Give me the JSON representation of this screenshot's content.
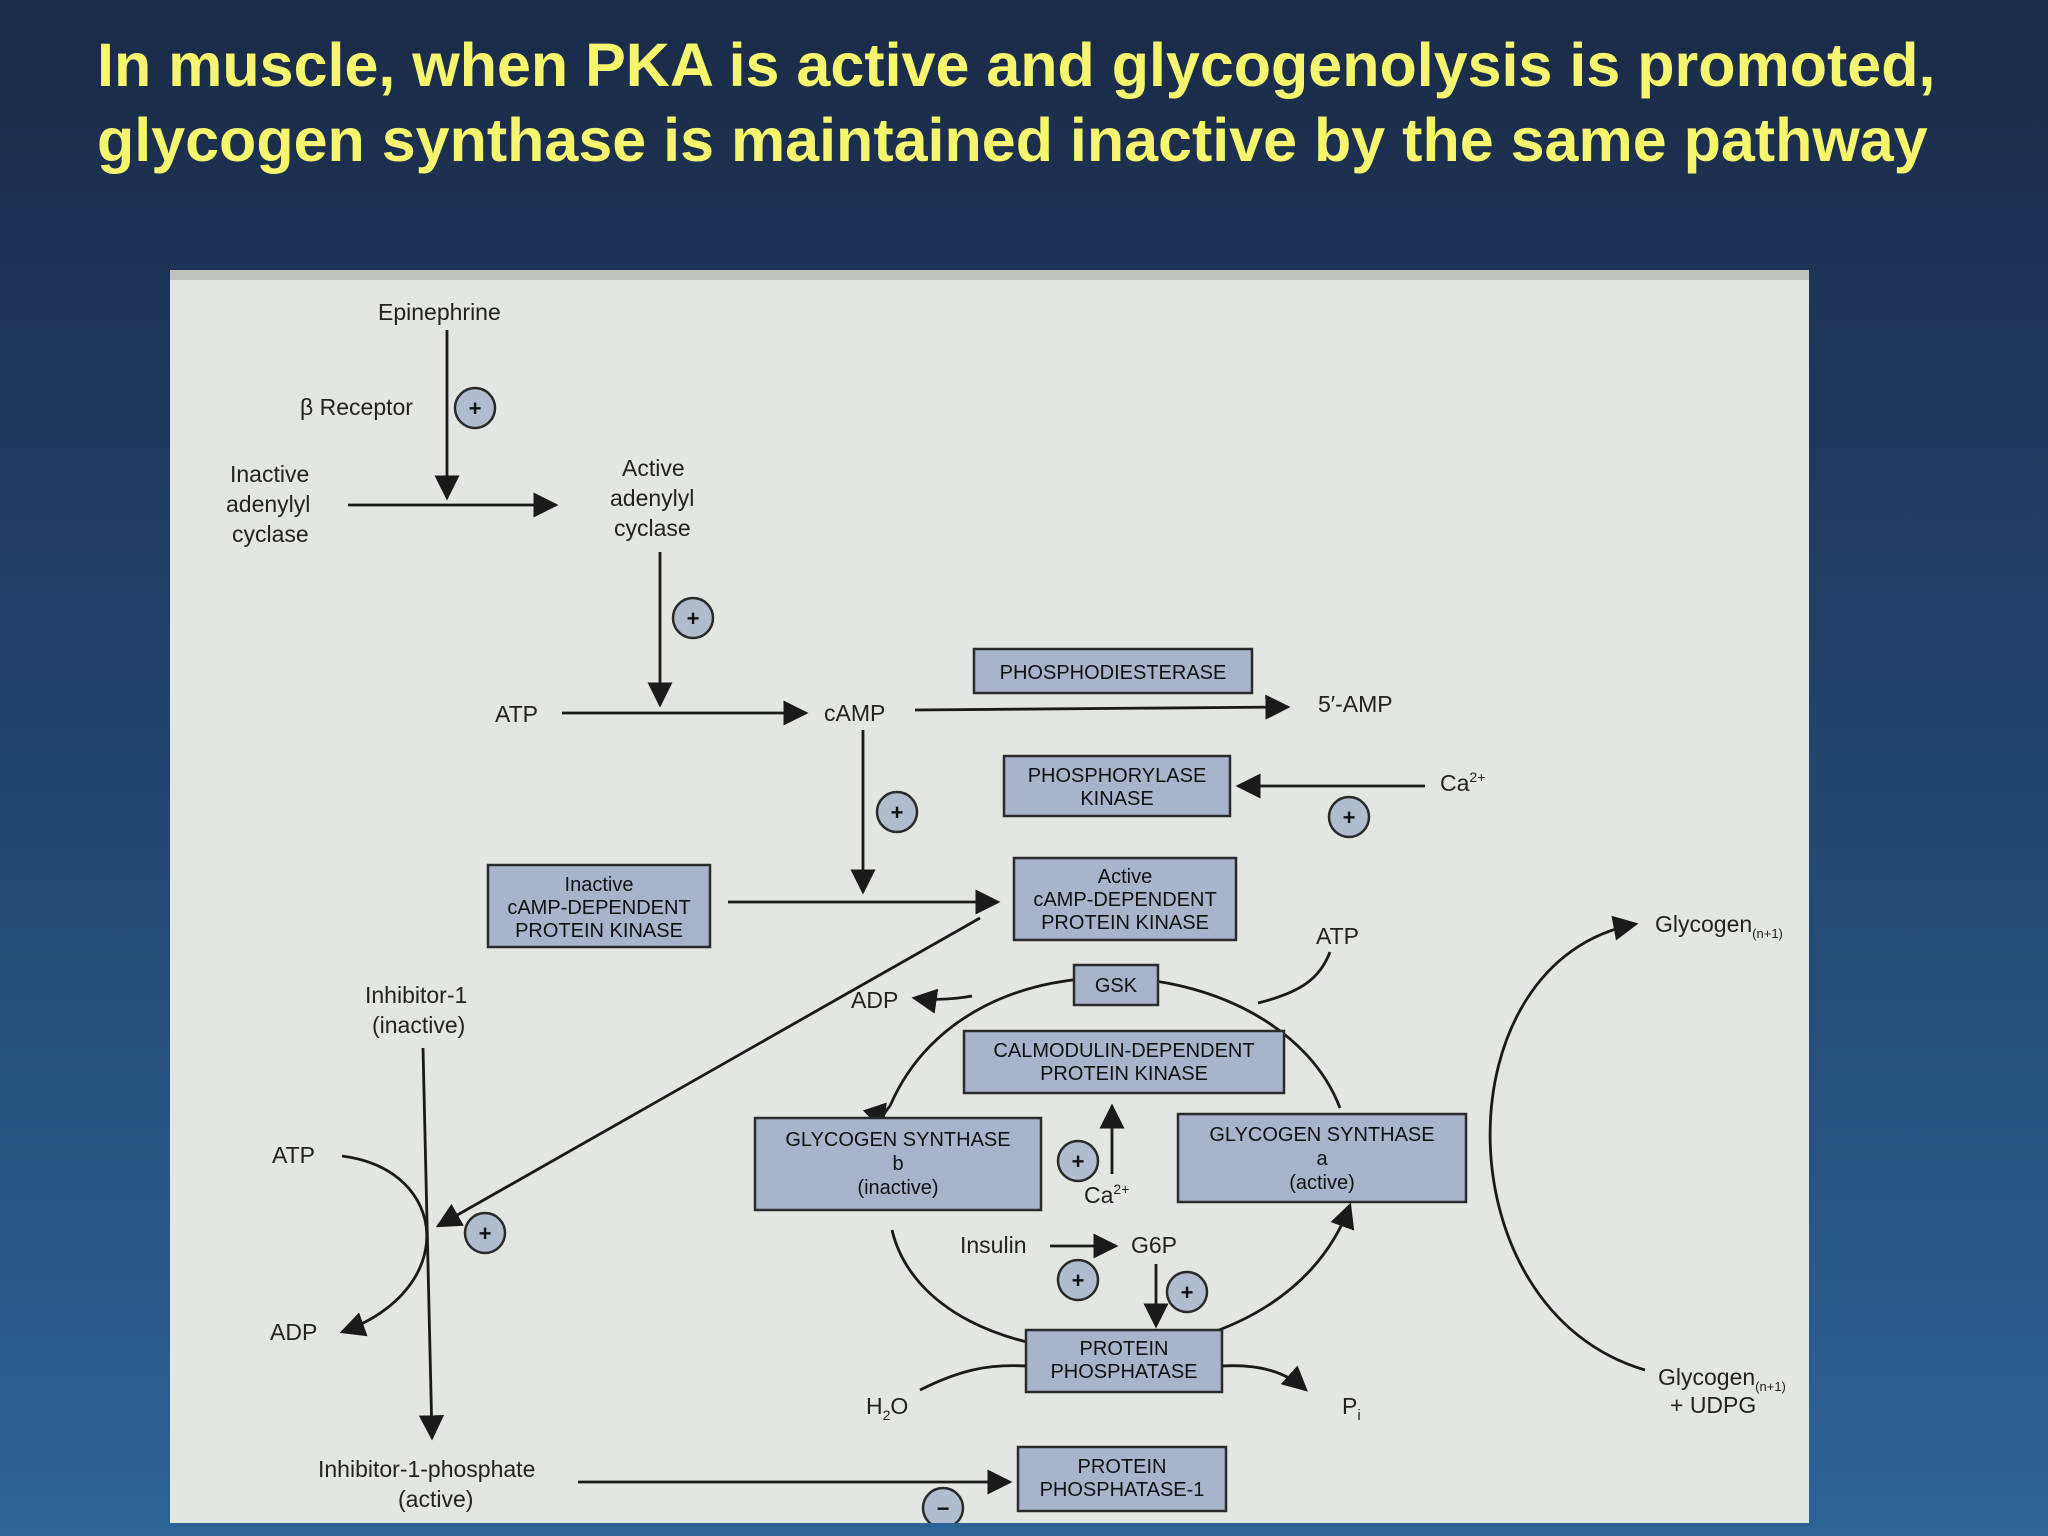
{
  "title": "In muscle, when PKA  is active and glycogenolysis is promoted, glycogen synthase is maintained inactive by the same pathway",
  "labels": {
    "epinephrine": "Epinephrine",
    "beta_receptor": "β Receptor",
    "inactive_ac_1": "Inactive",
    "inactive_ac_2": "adenylyl",
    "inactive_ac_3": "cyclase",
    "active_ac_1": "Active",
    "active_ac_2": "adenylyl",
    "active_ac_3": "cyclase",
    "atp_top": "ATP",
    "camp": "cAMP",
    "five_amp": "5′-AMP",
    "ca_top": "Ca",
    "ca_sup": "2+",
    "atp_right": "ATP",
    "adp_mid": "ADP",
    "inhibitor1_inactive_1": "Inhibitor-1",
    "inhibitor1_inactive_2": "(inactive)",
    "atp_left": "ATP",
    "adp_left": "ADP",
    "ca_mid": "Ca",
    "ca_mid_sup": "2+",
    "insulin": "Insulin",
    "g6p": "G6P",
    "h2o_h": "H",
    "h2o_sub": "2",
    "h2o_o": "O",
    "pi_p": "P",
    "pi_sub": "i",
    "glycogen_top": "Glycogen",
    "glycogen_top_sub": "(n+1)",
    "glycogen_bottom": "Glycogen",
    "glycogen_bottom_sub": "(n+1)",
    "udpg": "+ UDPG",
    "inhibitor1_p_1": "Inhibitor-1-phosphate",
    "inhibitor1_p_2": "(active)"
  },
  "boxes": {
    "phosphodiesterase": "PHOSPHODIESTERASE",
    "phosphorylase_kinase_1": "PHOSPHORYLASE",
    "phosphorylase_kinase_2": "KINASE",
    "inactive_pka_1": "Inactive",
    "inactive_pka_2": "cAMP-DEPENDENT",
    "inactive_pka_3": "PROTEIN KINASE",
    "active_pka_1": "Active",
    "active_pka_2": "cAMP-DEPENDENT",
    "active_pka_3": "PROTEIN KINASE",
    "gsk": "GSK",
    "camk_1": "CALMODULIN-DEPENDENT",
    "camk_2": "PROTEIN KINASE",
    "gs_b_1": "GLYCOGEN SYNTHASE",
    "gs_b_2": "b",
    "gs_b_3": "(inactive)",
    "gs_a_1": "GLYCOGEN SYNTHASE",
    "gs_a_2": "a",
    "gs_a_3": "(active)",
    "pp_1": "PROTEIN",
    "pp_2": "PHOSPHATASE",
    "pp1_1": "PROTEIN",
    "pp1_2": "PHOSPHATASE-1"
  },
  "signs": {
    "plus": "+",
    "minus": "−"
  }
}
